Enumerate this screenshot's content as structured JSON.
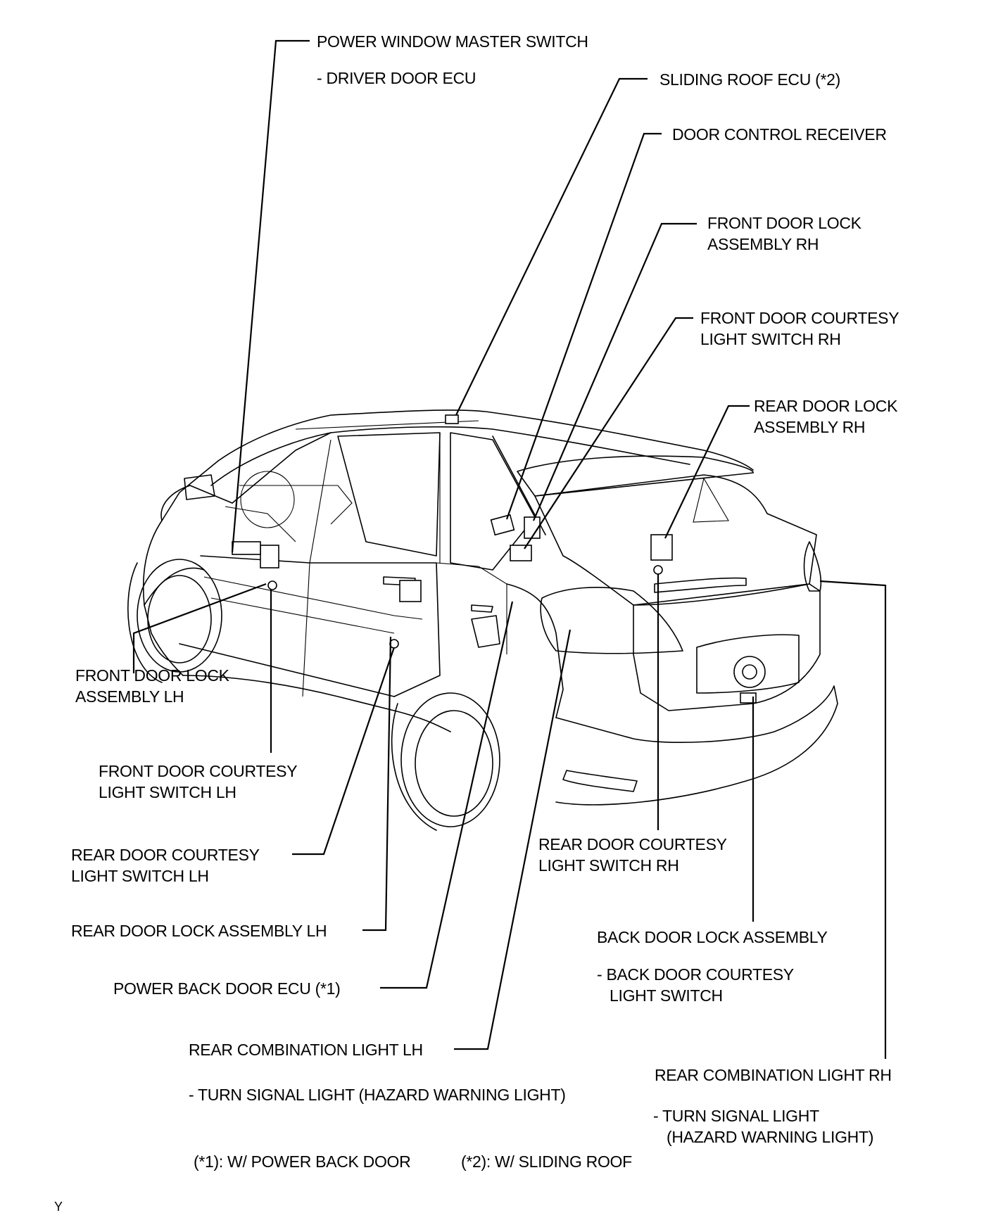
{
  "labels": {
    "power_window_master_switch": "POWER WINDOW MASTER SWITCH",
    "driver_door_ecu": "- DRIVER DOOR ECU",
    "sliding_roof_ecu": "SLIDING ROOF ECU (*2)",
    "door_control_receiver": "DOOR CONTROL RECEIVER",
    "front_door_lock_rh_1": "FRONT DOOR LOCK",
    "front_door_lock_rh_2": "ASSEMBLY RH",
    "front_door_courtesy_rh_1": "FRONT DOOR COURTESY",
    "front_door_courtesy_rh_2": "LIGHT SWITCH RH",
    "rear_door_lock_rh_1": "REAR DOOR LOCK",
    "rear_door_lock_rh_2": "ASSEMBLY RH",
    "front_door_lock_lh_1": "FRONT DOOR LOCK",
    "front_door_lock_lh_2": "ASSEMBLY LH",
    "front_door_courtesy_lh_1": "FRONT DOOR COURTESY",
    "front_door_courtesy_lh_2": "LIGHT SWITCH LH",
    "rear_door_courtesy_lh_1": "REAR DOOR COURTESY",
    "rear_door_courtesy_lh_2": "LIGHT SWITCH LH",
    "rear_door_courtesy_rh_1": "REAR DOOR COURTESY",
    "rear_door_courtesy_rh_2": "LIGHT SWITCH RH",
    "rear_door_lock_lh": "REAR DOOR LOCK ASSEMBLY LH",
    "back_door_lock": "BACK DOOR LOCK ASSEMBLY",
    "back_door_courtesy_1": "- BACK DOOR COURTESY",
    "back_door_courtesy_2": "LIGHT SWITCH",
    "power_back_door_ecu": "POWER BACK DOOR ECU (*1)",
    "rear_combination_lh": "REAR COMBINATION LIGHT LH",
    "turn_signal_lh": "- TURN SIGNAL LIGHT (HAZARD WARNING LIGHT)",
    "rear_combination_rh": "REAR COMBINATION LIGHT RH",
    "turn_signal_rh_1": "- TURN SIGNAL LIGHT",
    "turn_signal_rh_2": "(HAZARD WARNING LIGHT)",
    "note_1": "(*1): W/ POWER BACK DOOR",
    "note_2": "(*2): W/ SLIDING ROOF",
    "corner_code": "Y"
  }
}
